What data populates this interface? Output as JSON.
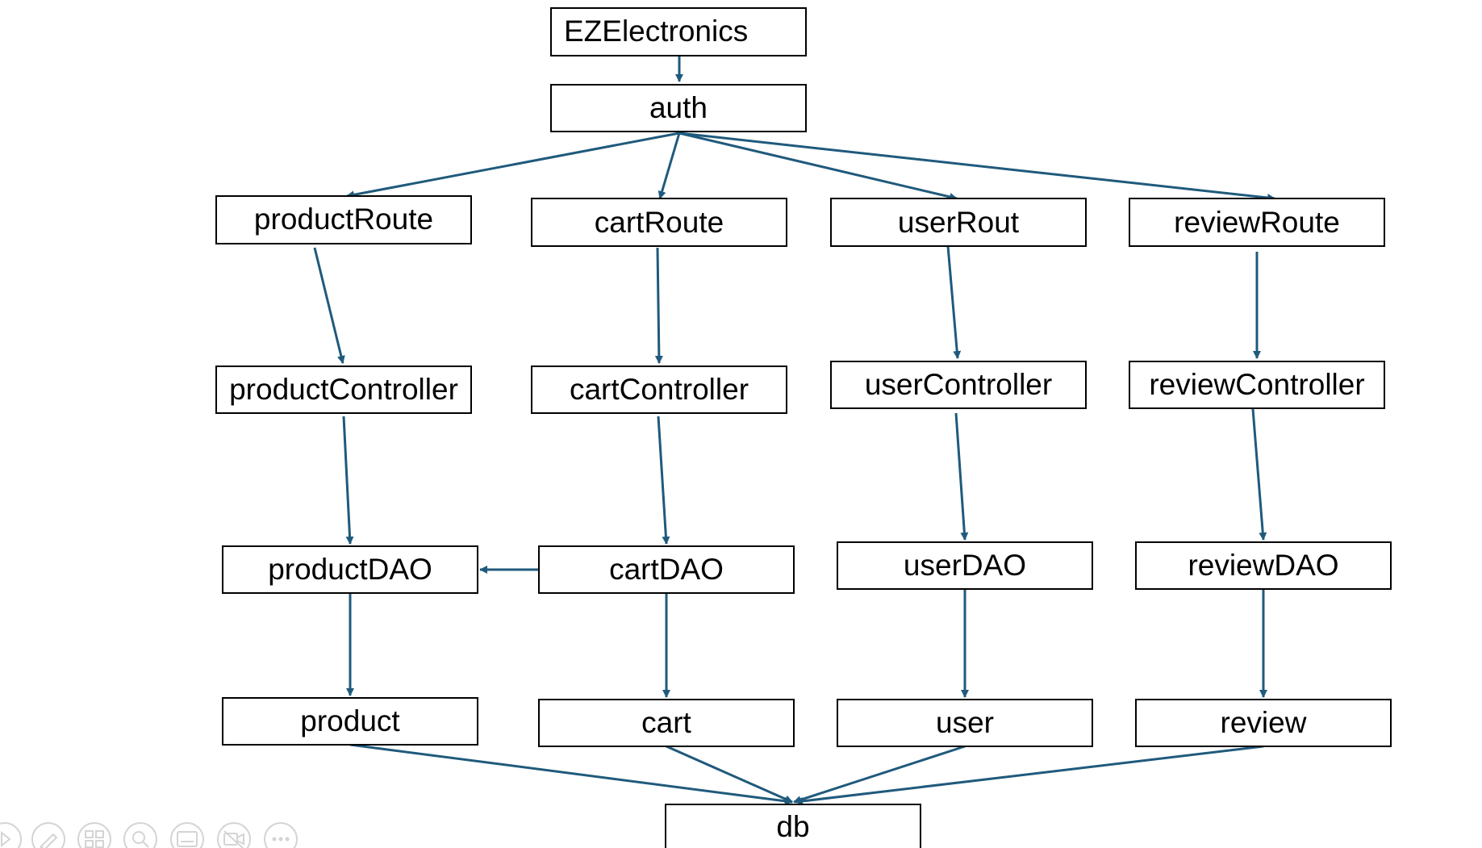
{
  "diagram": {
    "type": "flowchart",
    "edge_color": "#1f5a7c",
    "node_border_color": "#000000",
    "nodes": {
      "ezelectronics": "EZElectronics",
      "auth": "auth",
      "productRoute": "productRoute",
      "cartRoute": "cartRoute",
      "userRout": "userRout",
      "reviewRoute": "reviewRoute",
      "productController": "productController",
      "cartController": "cartController",
      "userController": "userController",
      "reviewController": "reviewController",
      "productDAO": "productDAO",
      "cartDAO": "cartDAO",
      "userDAO": "userDAO",
      "reviewDAO": "reviewDAO",
      "product": "product",
      "cart": "cart",
      "user": "user",
      "review": "review",
      "db": "db"
    },
    "edges": [
      [
        "EZElectronics",
        "auth"
      ],
      [
        "auth",
        "productRoute"
      ],
      [
        "auth",
        "cartRoute"
      ],
      [
        "auth",
        "userRout"
      ],
      [
        "auth",
        "reviewRoute"
      ],
      [
        "productRoute",
        "productController"
      ],
      [
        "cartRoute",
        "cartController"
      ],
      [
        "userRout",
        "userController"
      ],
      [
        "reviewRoute",
        "reviewController"
      ],
      [
        "productController",
        "productDAO"
      ],
      [
        "cartController",
        "cartDAO"
      ],
      [
        "userController",
        "userDAO"
      ],
      [
        "reviewController",
        "reviewDAO"
      ],
      [
        "cartDAO",
        "productDAO"
      ],
      [
        "productDAO",
        "product"
      ],
      [
        "cartDAO",
        "cart"
      ],
      [
        "userDAO",
        "user"
      ],
      [
        "reviewDAO",
        "review"
      ],
      [
        "product",
        "db"
      ],
      [
        "cart",
        "db"
      ],
      [
        "user",
        "db"
      ],
      [
        "review",
        "db"
      ]
    ]
  },
  "slideshow_controls": {
    "icons": [
      "next-icon",
      "pen-icon",
      "slides-grid-icon",
      "zoom-icon",
      "subtitles-icon",
      "camera-off-icon",
      "more-options-icon"
    ]
  }
}
